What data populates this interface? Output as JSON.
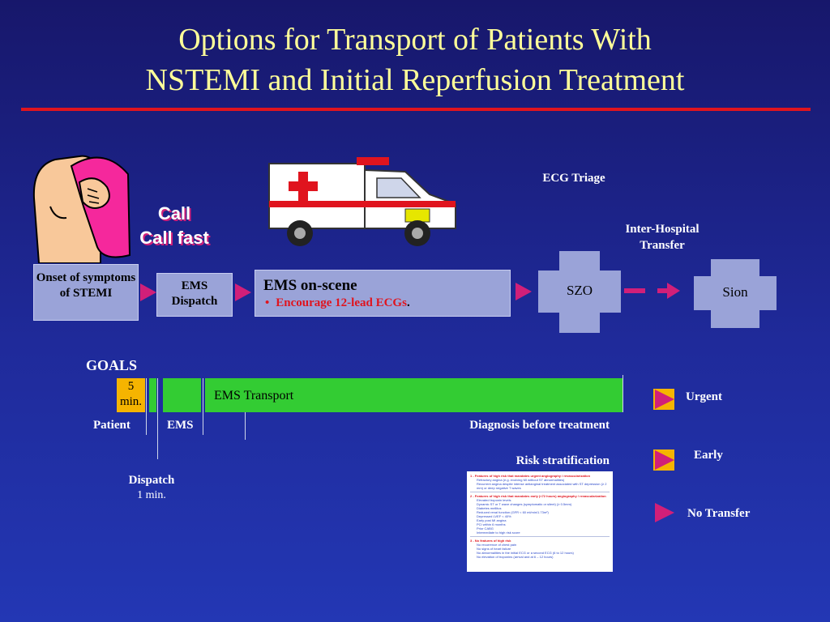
{
  "title_line1": "Options for Transport of Patients With",
  "title_line2": "NSTEMI and Initial Reperfusion Treatment",
  "call_line1": "Call",
  "call_line2": "Call fast",
  "onset_box": "Onset of symptoms of STEMI",
  "ems_dispatch_box": "EMS Dispatch",
  "ems_onscene_title": "EMS on-scene",
  "ems_onscene_bullet": "Encourage 12-lead ECGs",
  "ems_onscene_period": ".",
  "ecg_triage": "ECG Triage",
  "inter_hospital": "Inter-Hospital Transfer",
  "szo": "SZO",
  "sion": "Sion",
  "goals_label": "GOALS",
  "five_min": "5 min.",
  "ems_transport": "EMS Transport",
  "patient_label": "Patient",
  "ems_label": "EMS",
  "diagnosis_label": "Diagnosis before treatment",
  "risk_label": "Risk stratification",
  "dispatch_label": "Dispatch",
  "dispatch_time": "1 min.",
  "outcome_urgent": "Urgent",
  "outcome_early": "Early",
  "outcome_no_transfer": "No Transfer",
  "risk_doc": {
    "item1_title": "1 - Features of high risk that mandates urgent angiography / revascularization",
    "item1_points": [
      "Refractory angina (e.g. evolving MI without ST abnormalities)",
      "Recurrent angina despite intense antianginal treatment associated with ST depression (≥ 2 mm) or deep negative T waves"
    ],
    "item2_title": "2 - Features of high risk that mandates early (<72 hours) angiography / revascularization",
    "item2_points": [
      "Elevated troponin levels",
      "Dynamic ST or T wave changes (symptomatic or silent) (≥ 0.5mm)",
      "Diabetes mellitus",
      "Reduced renal function (GFR < 60 ml/min/1.73m²)",
      "Depressed LVEF < 40%",
      "Early post MI angina",
      "PCI within 6 months",
      "Prior CABG",
      "Intermediate to high risk score"
    ],
    "item3_title": "3 - No features of high risk",
    "item3_points": [
      "No recurrence of chest pain",
      "No signs of heart failure",
      "No abnormalities in the initial ECG or a second ECG (6 to 12 hours)",
      "No elevation of troponins (arrival and at 6 – 12 hours)"
    ]
  },
  "colors": {
    "title": "#ffff99",
    "rule": "#e0141e",
    "box": "#9aa3d8",
    "arrow": "#d11f79",
    "timeline_green": "#33cc33",
    "five_min_orange": "#f5b400",
    "bullet_red": "#e0141e"
  }
}
